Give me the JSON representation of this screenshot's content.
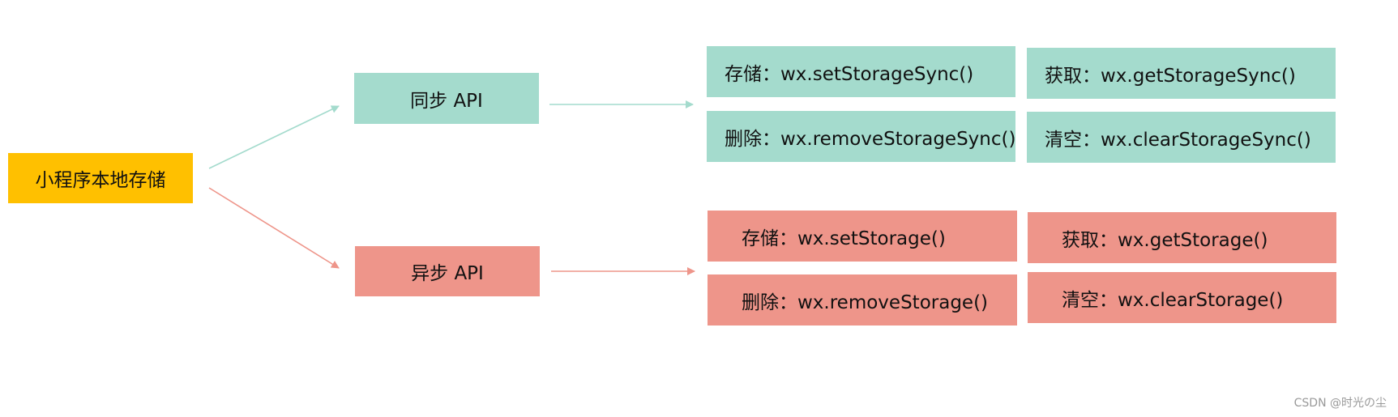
{
  "root": {
    "label": "小程序本地存储"
  },
  "sync": {
    "label": "同步 API",
    "color": "#A4DBCD",
    "items": [
      "存储：wx.setStorageSync()",
      "获取：wx.getStorageSync()",
      "删除：wx.removeStorageSync()",
      "清空：wx.clearStorageSync()"
    ]
  },
  "async": {
    "label": "异步 API",
    "color": "#EE958A",
    "items": [
      "存储：wx.setStorage()",
      "获取：wx.getStorage()",
      "删除：wx.removeStorage()",
      "清空：wx.clearStorage()"
    ]
  },
  "colors": {
    "root": "#FFC000",
    "sync_arrow": "#A4DBCD",
    "async_arrow": "#EE958A"
  },
  "watermark": "CSDN @时光の尘"
}
